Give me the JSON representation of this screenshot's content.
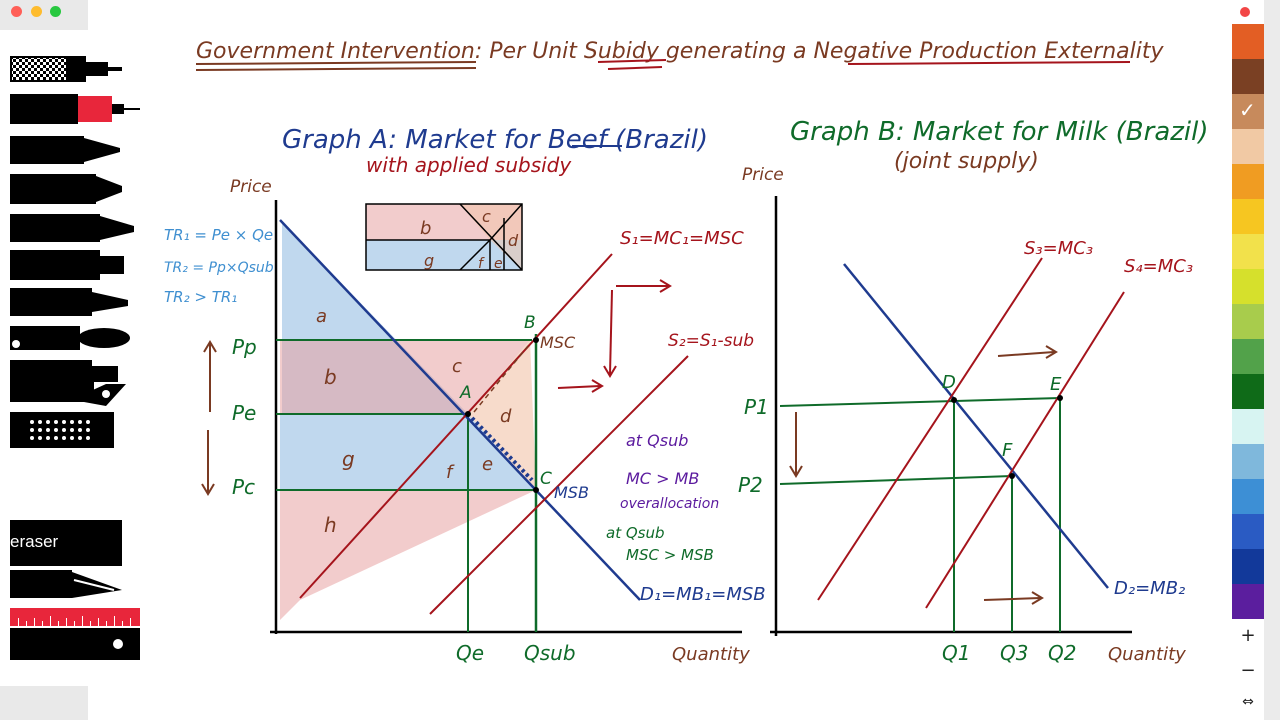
{
  "window": {
    "traffic_lights": [
      "#ff5f57",
      "#febc2e",
      "#28c840"
    ]
  },
  "tools": {
    "eraser_label": "eraser"
  },
  "palette": {
    "colors": [
      "#e35e24",
      "#7a4023",
      "#c78a5c",
      "#f1c9a4",
      "#f09c22",
      "#f6c621",
      "#f2e14b",
      "#d6e02c",
      "#a8cc4c",
      "#52a24a",
      "#0f6b18",
      "#d7f4f2",
      "#7fb8dc",
      "#3d8fd5",
      "#2a5bc3",
      "#12399a",
      "#5b1e9e"
    ],
    "selected_index": 2,
    "zoom_in": "+",
    "zoom_out": "−",
    "fit": "⇔"
  },
  "whiteboard": {
    "title": "Government Intervention: Per Unit Subidy generating a Negative Production Externality",
    "colors": {
      "title": "#7a3a22",
      "blue": "#1f3b8f",
      "red": "#a5141c",
      "green": "#0f6b2a",
      "purple": "#5b1a9e",
      "sky": "#3f8fd0",
      "brown": "#7a3a22"
    },
    "graph_a": {
      "title": "Graph A: Market for Beef (Brazil)",
      "subtitle": "with applied subsidy",
      "y_axis": "Price",
      "x_axis": "Quantity",
      "price_labels": {
        "pp": "Pp",
        "pe": "Pe",
        "pc": "Pc"
      },
      "quantity_labels": {
        "qe": "Qe",
        "qsub": "Qsub"
      },
      "points": {
        "a": "A",
        "b": "B",
        "c": "C"
      },
      "curve_labels": {
        "s1": "S₁=MC₁=MSC",
        "s2": "S₂=S₁-sub",
        "d1": "D₁=MB₁=MSB",
        "msc": "MSC",
        "msb": "MSB"
      },
      "areas": {
        "a": "a",
        "b": "b",
        "c": "c",
        "d": "d",
        "g": "g",
        "f": "f",
        "e": "e",
        "h": "h"
      },
      "legend_box": {
        "b": "b",
        "c": "c",
        "d": "d",
        "g": "g",
        "f": "f",
        "e": "e"
      },
      "revenue_notes": [
        "TR₁ = Pe × Qe",
        "TR₂ = Pp×Qsub",
        "TR₂ > TR₁"
      ],
      "analysis_notes": [
        "at Qsub",
        "MC > MB",
        "overallocation",
        "at Qsub",
        "MSC > MSB"
      ]
    },
    "graph_b": {
      "title": "Graph B: Market for Milk (Brazil)",
      "subtitle": "(joint supply)",
      "y_axis": "Price",
      "x_axis": "Quantity",
      "price_labels": {
        "p1": "P1",
        "p2": "P2"
      },
      "quantity_labels": {
        "q1": "Q1",
        "q3": "Q3",
        "q2": "Q2"
      },
      "points": {
        "d": "D",
        "e": "E",
        "f": "F"
      },
      "curve_labels": {
        "s3": "S₃=MC₃",
        "s4": "S₄=MC₃",
        "d2": "D₂=MB₂"
      }
    }
  }
}
